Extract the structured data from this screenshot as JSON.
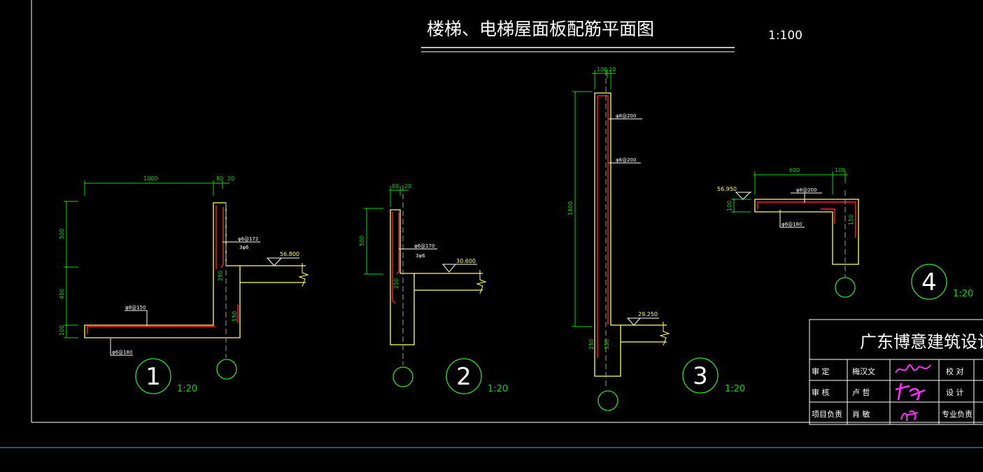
{
  "drawing": {
    "title": "楼梯、电梯屋面板配筋平面图",
    "scale": "1:100"
  },
  "details": [
    {
      "number": "1",
      "scale": "1:20",
      "dims": [
        "1000",
        "80",
        "20",
        "500",
        "450",
        "100",
        "250",
        "150"
      ],
      "rebar": [
        "φ8@150",
        "φ6@180",
        "φ6@172",
        "3φ6"
      ],
      "elevation": "56.800"
    },
    {
      "number": "2",
      "scale": "1:20",
      "dims": [
        "80",
        "20",
        "500",
        "250"
      ],
      "rebar": [
        "φ6@170",
        "3φ6"
      ],
      "elevation": "30.600"
    },
    {
      "number": "3",
      "scale": "1:20",
      "dims": [
        "100",
        "20",
        "1800",
        "250",
        "350"
      ],
      "rebar": [
        "φ8@200",
        "φ6@200"
      ],
      "elevation": "29.250"
    },
    {
      "number": "4",
      "scale": "1:20",
      "dims": [
        "600",
        "100",
        "100",
        "150"
      ],
      "rebar": [
        "φ8@200",
        "φ6@180"
      ],
      "elevation": "56.950"
    }
  ],
  "title_block": {
    "company": "广东博意建筑设计院有",
    "rows": [
      {
        "role": "审 定",
        "name": "梅汉文",
        "right": "校 对"
      },
      {
        "role": "审 核",
        "name": "卢 哲",
        "right": "设 计"
      },
      {
        "role": "项目负责",
        "name": "肖 敏",
        "right": "专业负责"
      }
    ]
  },
  "colors": {
    "background": "#000000",
    "frame": "#ffffff",
    "title": "#ffffff",
    "concrete": "#ffff66",
    "rebar": "#ff2222",
    "dimension": "#00dd00",
    "leader": "#ffffff",
    "axis": "#9a9a9a",
    "signature": "#ff33ff",
    "cyan_rule": "#00cccc"
  }
}
